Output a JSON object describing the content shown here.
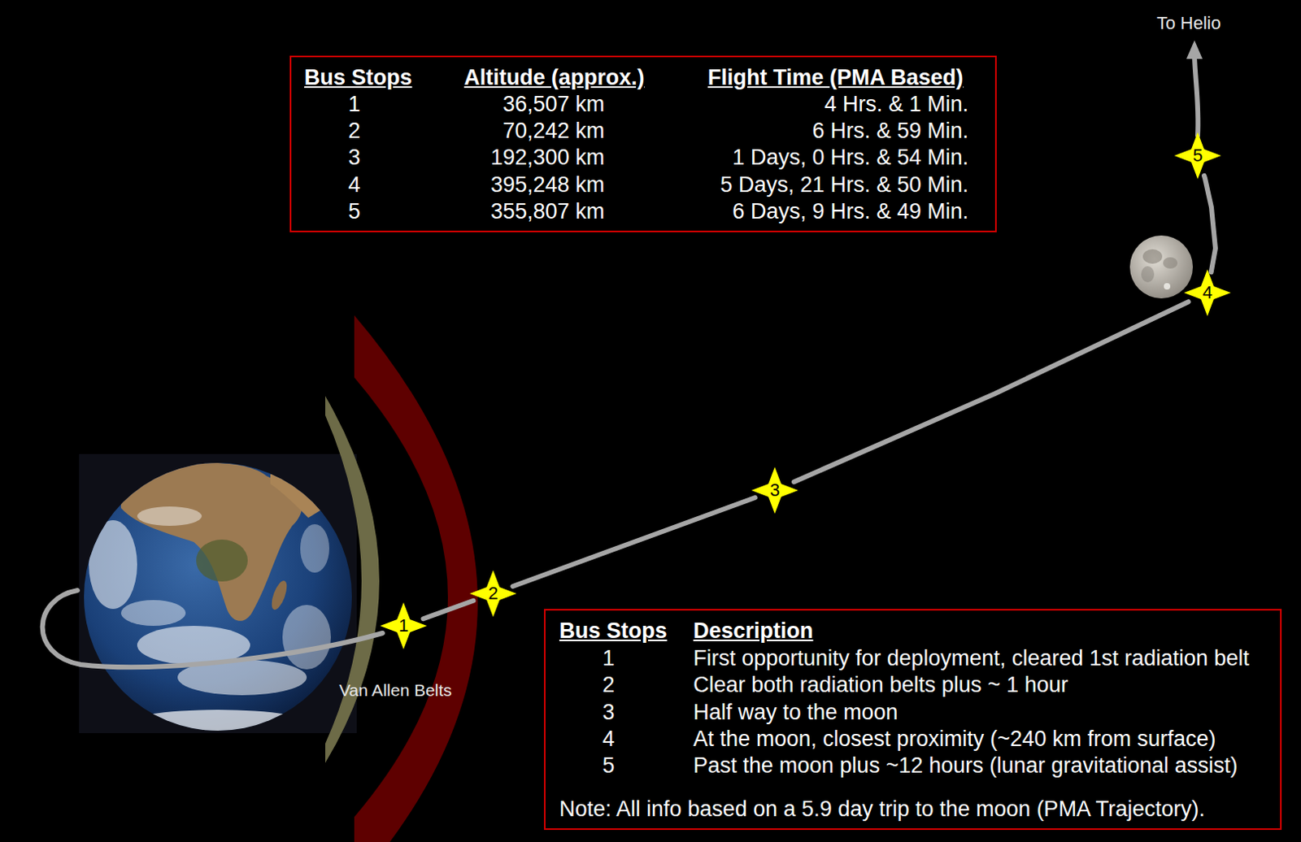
{
  "diagram": {
    "nodes": [
      {
        "text": [
          "Bus Stops",
          "Altitude (approx.)",
          "Flight Time (PMA Based)",
          "1",
          "36,507 km",
          "4 Hrs. & 1 Min.",
          "2",
          "70,242 km",
          "6 Hrs. & 59 Min.",
          "3",
          "192,300 km",
          "1 Days, 0 Hrs. & 54 Min.",
          "4",
          "395,248 km",
          "5 Days, 21 Hrs. & 50 Min.",
          "5",
          "355,807 km",
          "6 Days, 9 Hrs. & 49 Min."
        ]
      },
      {
        "text": [
          "1"
        ]
      },
      {
        "text": [
          "2"
        ]
      },
      {
        "text": [
          "3"
        ]
      },
      {
        "text": [
          "4"
        ]
      },
      {
        "text": [
          "5"
        ]
      },
      {
        "text": [
          "Bus Stops",
          "Description",
          "1",
          "First opportunity for deployment, cleared 1st radiation belt",
          "2",
          "Clear both radiation belts plus ~ 1 hour",
          "3",
          "Half way to the moon",
          "4",
          "At the moon, closest proximity (~240 km from surface)",
          "5",
          "Past the moon plus ~12 hours (lunar gravitational assist)",
          "Note: All info based on a 5.9 day trip to the moon (PMA Trajectory)."
        ]
      }
    ],
    "edges": [
      {
        "from": 1,
        "to": 2,
        "arrow": "none"
      },
      {
        "from": 2,
        "to": 3,
        "arrow": "none"
      },
      {
        "from": 3,
        "to": 4,
        "arrow": "none"
      },
      {
        "from": 4,
        "to": 5,
        "arrow": "none"
      }
    ],
    "labels": [
      "Van Allen Belts",
      "To Helio"
    ]
  }
}
